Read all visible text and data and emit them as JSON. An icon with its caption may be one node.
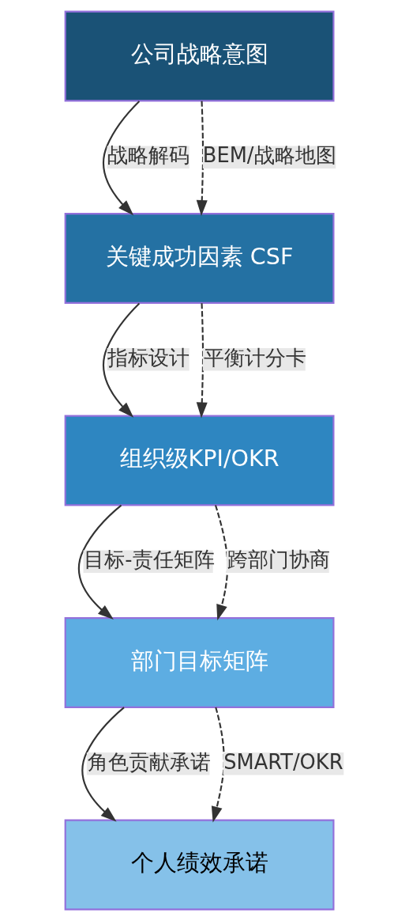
{
  "diagram": {
    "nodes": [
      {
        "text": [
          "公司战略意图"
        ]
      },
      {
        "text": [
          "关键成功因素 CSF"
        ]
      },
      {
        "text": [
          "组织级KPI/OKR"
        ]
      },
      {
        "text": [
          "部门目标矩阵"
        ]
      },
      {
        "text": [
          "个人绩效承诺"
        ]
      }
    ],
    "edges": [
      {
        "from": 0,
        "to": 1,
        "arrow": "to",
        "label": "战略解码"
      },
      {
        "from": 0,
        "to": 1,
        "arrow": "to",
        "label": "BEM/战略地图",
        "style": "dashed"
      },
      {
        "from": 1,
        "to": 2,
        "arrow": "to",
        "label": "指标设计"
      },
      {
        "from": 1,
        "to": 2,
        "arrow": "to",
        "label": "平衡计分卡",
        "style": "dashed"
      },
      {
        "from": 2,
        "to": 3,
        "arrow": "to",
        "label": "目标-责任矩阵"
      },
      {
        "from": 2,
        "to": 3,
        "arrow": "to",
        "label": "跨部门协商",
        "style": "dashed"
      },
      {
        "from": 3,
        "to": 4,
        "arrow": "to",
        "label": "角色贡献承诺"
      },
      {
        "from": 3,
        "to": 4,
        "arrow": "to",
        "label": "SMART/OKR",
        "style": "dashed"
      }
    ]
  }
}
